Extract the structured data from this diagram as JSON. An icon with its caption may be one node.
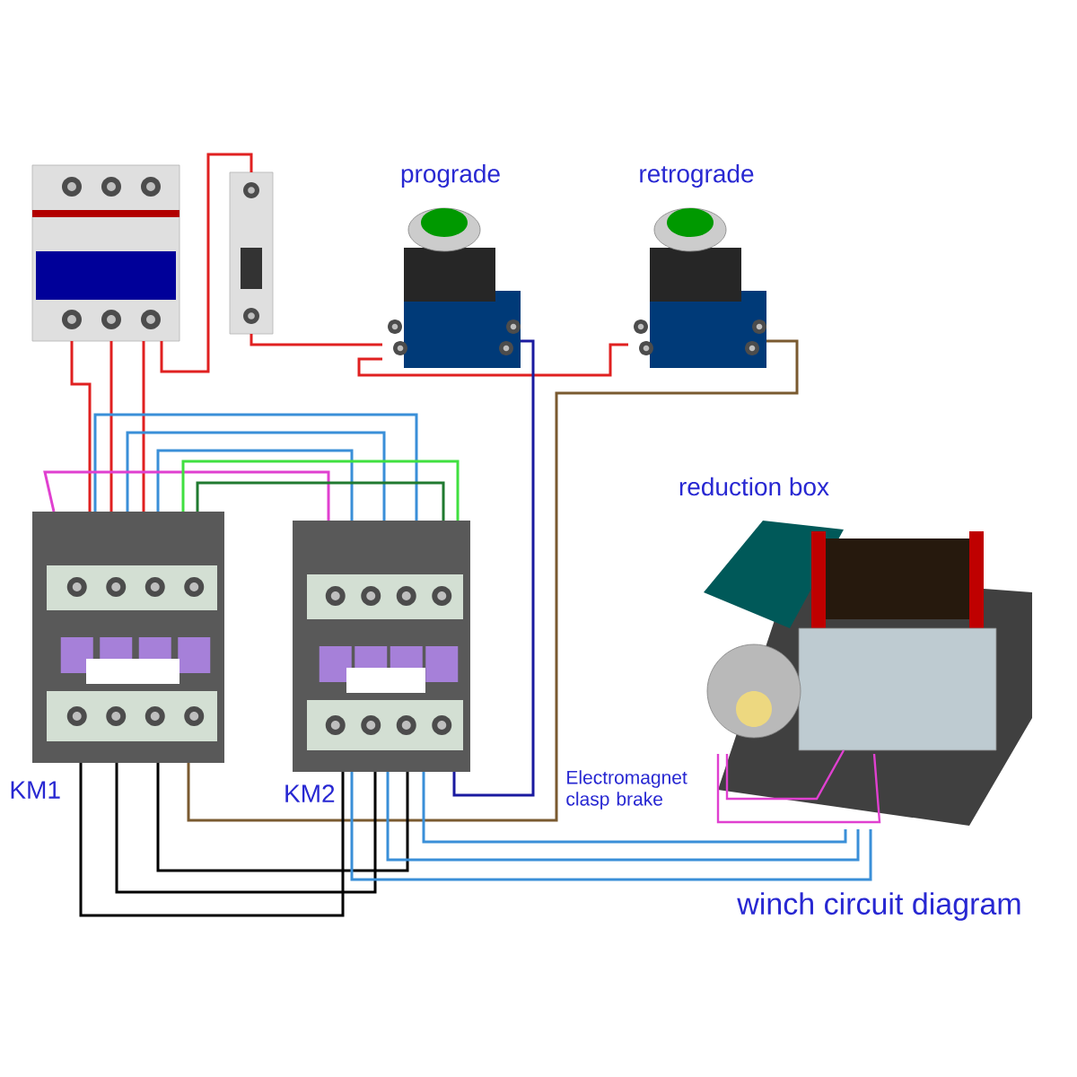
{
  "diagram": {
    "caption": "winch circuit diagram",
    "nodes": [
      {
        "text": [],
        "shape": "picture"
      },
      {
        "text": [],
        "shape": "picture"
      },
      {
        "text": [
          "prograde"
        ]
      },
      {
        "text": [
          "retrograde"
        ]
      },
      {
        "text": [
          "KM1"
        ]
      },
      {
        "text": [
          "KM2"
        ]
      },
      {
        "text": [],
        "shape": "picture"
      }
    ],
    "edges": [
      {
        "from": 0,
        "to": 4,
        "arrow": "none",
        "color": "#e02020"
      },
      {
        "from": 0,
        "to": 4,
        "arrow": "none",
        "color": "#e02020"
      },
      {
        "from": 0,
        "to": 4,
        "arrow": "none",
        "color": "#e02020"
      },
      {
        "from": 0,
        "to": 1,
        "arrow": "none",
        "color": "#e02020"
      },
      {
        "from": 1,
        "to": 2,
        "arrow": "none",
        "color": "#e02020"
      },
      {
        "from": 2,
        "to": 3,
        "arrow": "none",
        "color": "#e02020"
      },
      {
        "from": 4,
        "to": 5,
        "arrow": "none",
        "color": "#3a8fd8"
      },
      {
        "from": 4,
        "to": 5,
        "arrow": "none",
        "color": "#3a8fd8"
      },
      {
        "from": 4,
        "to": 5,
        "arrow": "none",
        "color": "#3a8fd8"
      },
      {
        "from": 4,
        "to": 5,
        "arrow": "none",
        "color": "#e040d0"
      },
      {
        "from": 4,
        "to": 5,
        "arrow": "none",
        "color": "#40e040"
      },
      {
        "from": 4,
        "to": 5,
        "arrow": "none",
        "color": "#207a30"
      },
      {
        "from": 2,
        "to": 5,
        "arrow": "none",
        "color": "#1a1aa0"
      },
      {
        "from": 3,
        "to": 4,
        "arrow": "none",
        "color": "#7a5a30"
      },
      {
        "from": 4,
        "to": 5,
        "arrow": "none",
        "color": "#000000"
      },
      {
        "from": 4,
        "to": 5,
        "arrow": "none",
        "color": "#000000"
      },
      {
        "from": 4,
        "to": 5,
        "arrow": "none",
        "color": "#000000"
      },
      {
        "from": 5,
        "to": 6,
        "arrow": "none",
        "color": "#3a8fd8"
      },
      {
        "from": 5,
        "to": 6,
        "arrow": "none",
        "color": "#3a8fd8"
      },
      {
        "from": 5,
        "to": 6,
        "arrow": "none",
        "color": "#3a8fd8"
      }
    ],
    "labels": [
      "reduction box",
      "Electromagnet clasp brake"
    ]
  }
}
